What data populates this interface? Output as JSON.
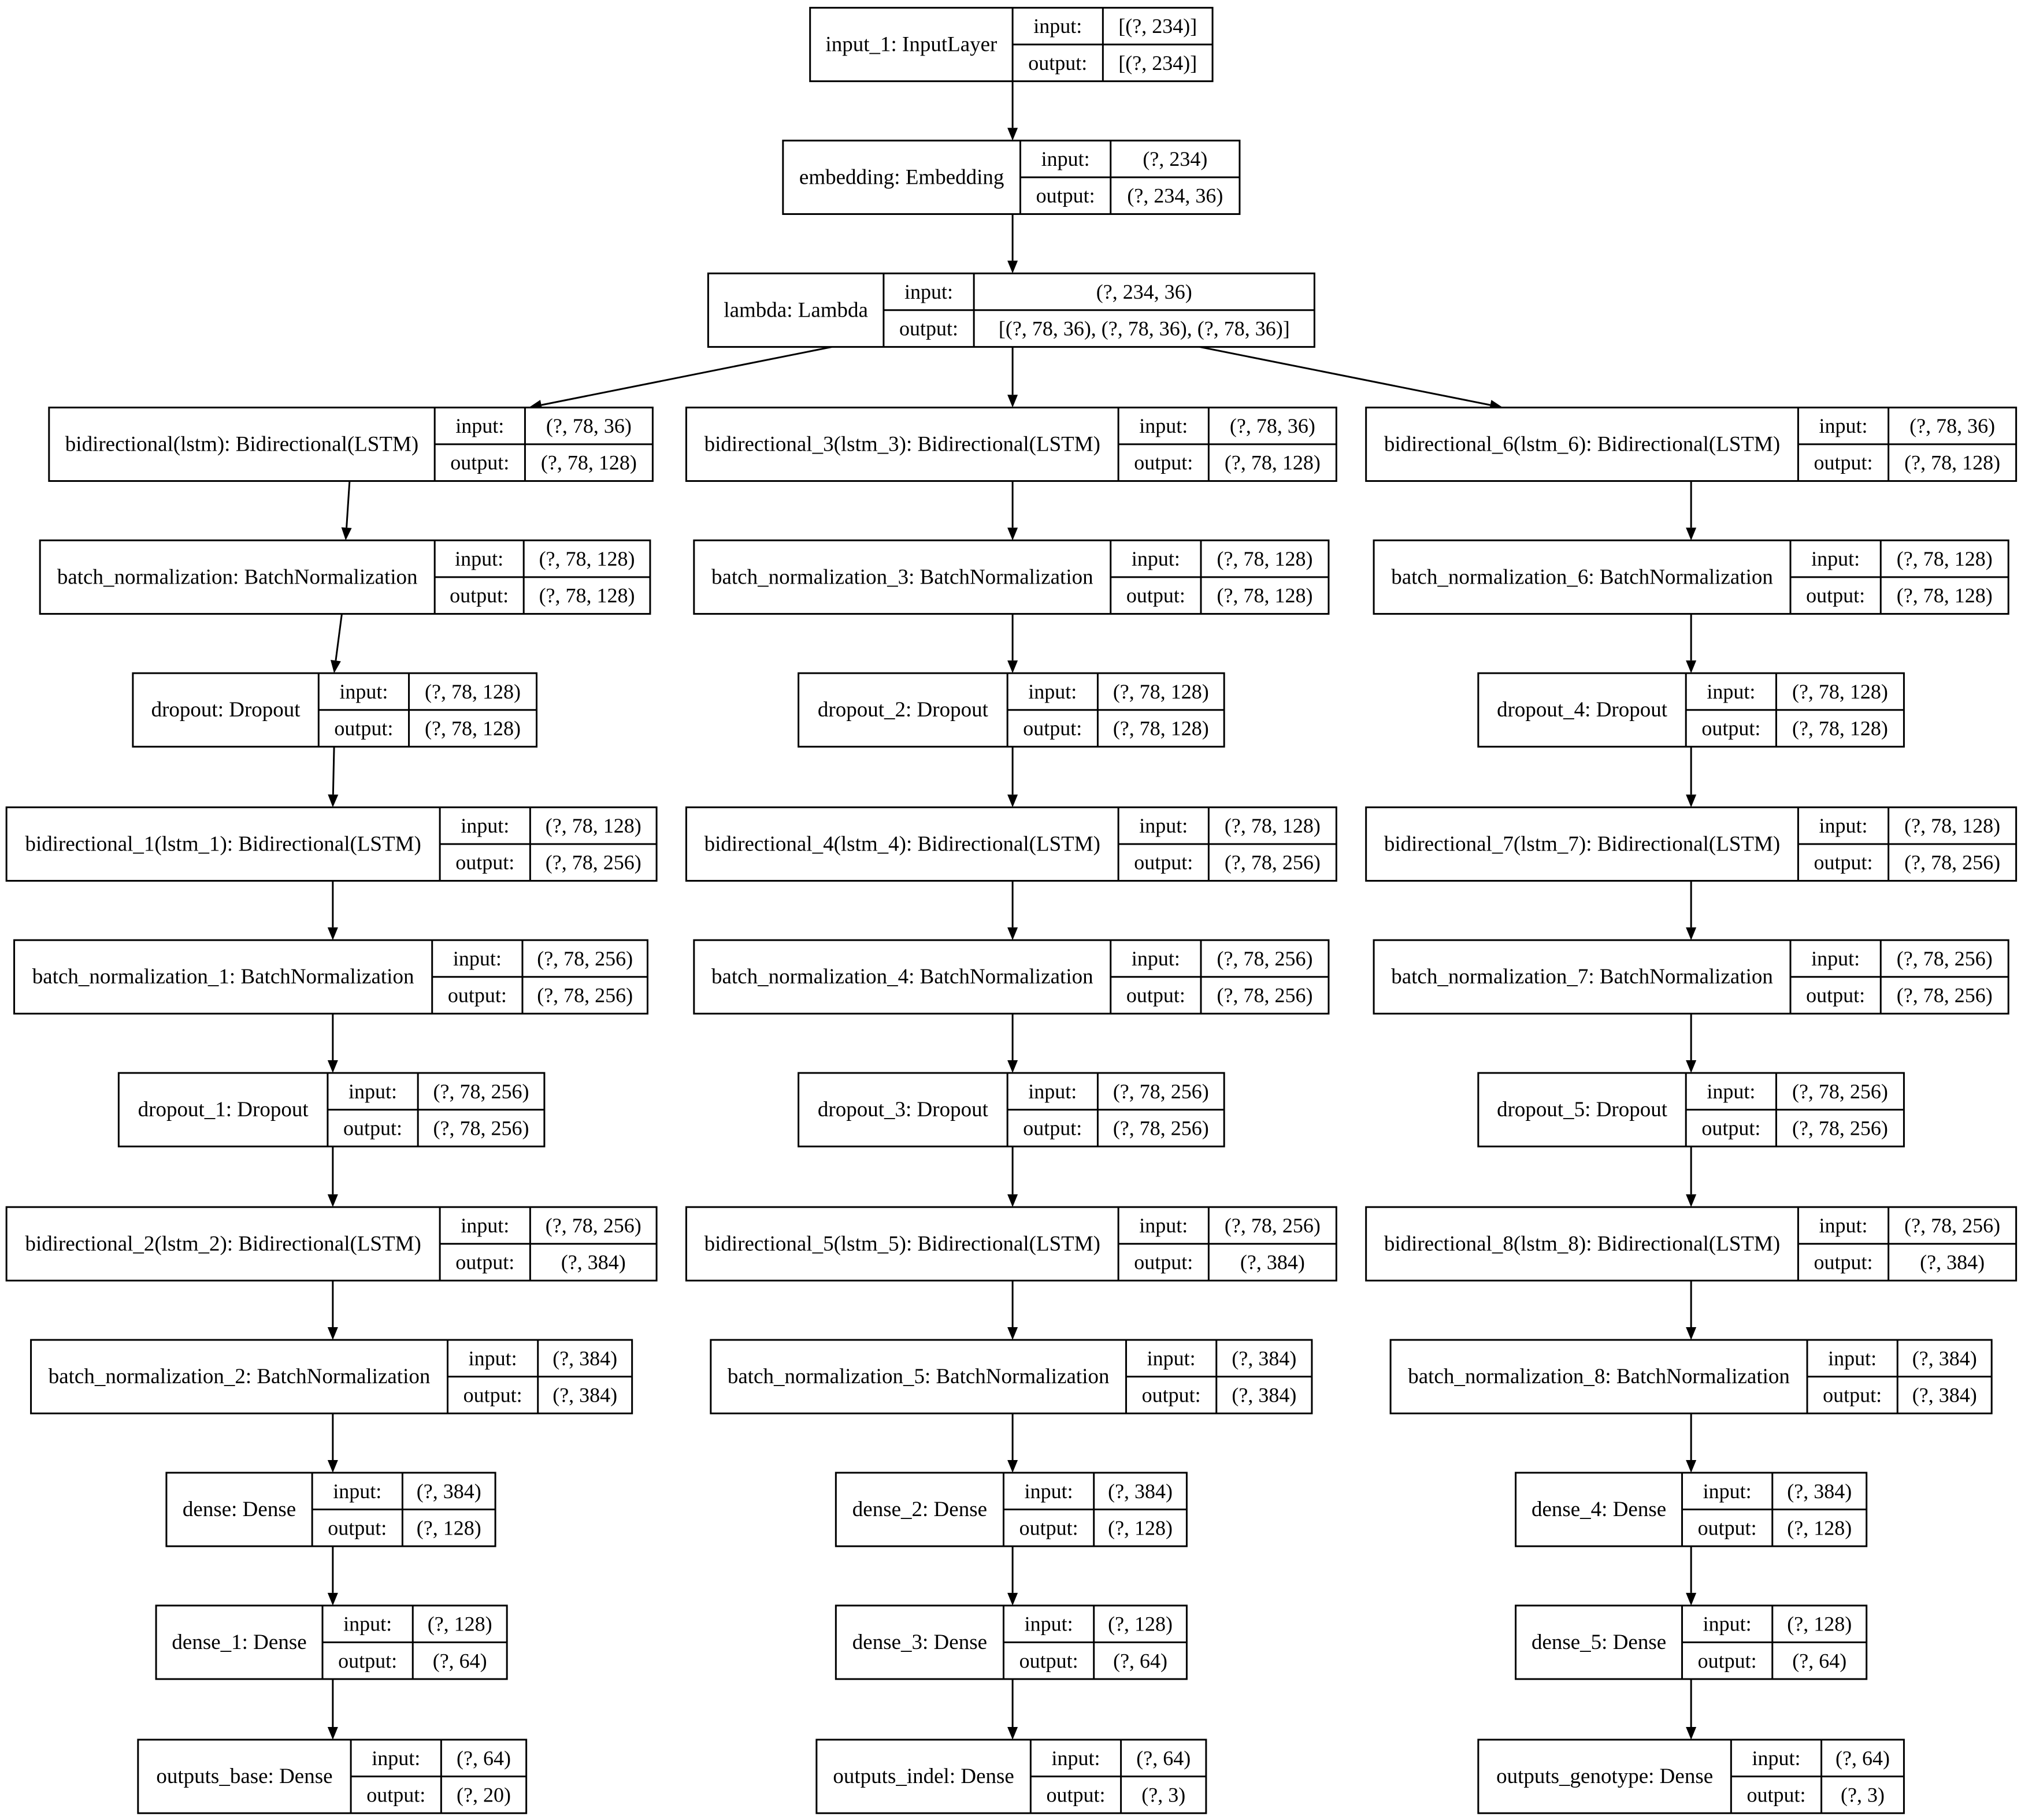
{
  "input_label": "input:",
  "output_label": "output:",
  "nodes": [
    {
      "id": "input_1",
      "name": "input_1: InputLayer",
      "input": "[(?, 234)]",
      "output": "[(?, 234)]"
    },
    {
      "id": "embedding",
      "name": "embedding: Embedding",
      "input": "(?, 234)",
      "output": "(?, 234, 36)"
    },
    {
      "id": "lambda",
      "name": "lambda: Lambda",
      "input": "(?, 234, 36)",
      "output": "[(?, 78, 36), (?, 78, 36), (?, 78, 36)]"
    },
    {
      "id": "bidirectional",
      "name": "bidirectional(lstm): Bidirectional(LSTM)",
      "input": "(?, 78, 36)",
      "output": "(?, 78, 128)"
    },
    {
      "id": "batch_normalization",
      "name": "batch_normalization: BatchNormalization",
      "input": "(?, 78, 128)",
      "output": "(?, 78, 128)"
    },
    {
      "id": "dropout",
      "name": "dropout: Dropout",
      "input": "(?, 78, 128)",
      "output": "(?, 78, 128)"
    },
    {
      "id": "bidirectional_1",
      "name": "bidirectional_1(lstm_1): Bidirectional(LSTM)",
      "input": "(?, 78, 128)",
      "output": "(?, 78, 256)"
    },
    {
      "id": "batch_normalization_1",
      "name": "batch_normalization_1: BatchNormalization",
      "input": "(?, 78, 256)",
      "output": "(?, 78, 256)"
    },
    {
      "id": "dropout_1",
      "name": "dropout_1: Dropout",
      "input": "(?, 78, 256)",
      "output": "(?, 78, 256)"
    },
    {
      "id": "bidirectional_2",
      "name": "bidirectional_2(lstm_2): Bidirectional(LSTM)",
      "input": "(?, 78, 256)",
      "output": "(?, 384)"
    },
    {
      "id": "batch_normalization_2",
      "name": "batch_normalization_2: BatchNormalization",
      "input": "(?, 384)",
      "output": "(?, 384)"
    },
    {
      "id": "dense",
      "name": "dense: Dense",
      "input": "(?, 384)",
      "output": "(?, 128)"
    },
    {
      "id": "dense_1",
      "name": "dense_1: Dense",
      "input": "(?, 128)",
      "output": "(?, 64)"
    },
    {
      "id": "outputs_base",
      "name": "outputs_base: Dense",
      "input": "(?, 64)",
      "output": "(?, 20)"
    },
    {
      "id": "bidirectional_3",
      "name": "bidirectional_3(lstm_3): Bidirectional(LSTM)",
      "input": "(?, 78, 36)",
      "output": "(?, 78, 128)"
    },
    {
      "id": "batch_normalization_3",
      "name": "batch_normalization_3: BatchNormalization",
      "input": "(?, 78, 128)",
      "output": "(?, 78, 128)"
    },
    {
      "id": "dropout_2",
      "name": "dropout_2: Dropout",
      "input": "(?, 78, 128)",
      "output": "(?, 78, 128)"
    },
    {
      "id": "bidirectional_4",
      "name": "bidirectional_4(lstm_4): Bidirectional(LSTM)",
      "input": "(?, 78, 128)",
      "output": "(?, 78, 256)"
    },
    {
      "id": "batch_normalization_4",
      "name": "batch_normalization_4: BatchNormalization",
      "input": "(?, 78, 256)",
      "output": "(?, 78, 256)"
    },
    {
      "id": "dropout_3",
      "name": "dropout_3: Dropout",
      "input": "(?, 78, 256)",
      "output": "(?, 78, 256)"
    },
    {
      "id": "bidirectional_5",
      "name": "bidirectional_5(lstm_5): Bidirectional(LSTM)",
      "input": "(?, 78, 256)",
      "output": "(?, 384)"
    },
    {
      "id": "batch_normalization_5",
      "name": "batch_normalization_5: BatchNormalization",
      "input": "(?, 384)",
      "output": "(?, 384)"
    },
    {
      "id": "dense_2",
      "name": "dense_2: Dense",
      "input": "(?, 384)",
      "output": "(?, 128)"
    },
    {
      "id": "dense_3",
      "name": "dense_3: Dense",
      "input": "(?, 128)",
      "output": "(?, 64)"
    },
    {
      "id": "outputs_indel",
      "name": "outputs_indel: Dense",
      "input": "(?, 64)",
      "output": "(?, 3)"
    },
    {
      "id": "bidirectional_6",
      "name": "bidirectional_6(lstm_6): Bidirectional(LSTM)",
      "input": "(?, 78, 36)",
      "output": "(?, 78, 128)"
    },
    {
      "id": "batch_normalization_6",
      "name": "batch_normalization_6: BatchNormalization",
      "input": "(?, 78, 128)",
      "output": "(?, 78, 128)"
    },
    {
      "id": "dropout_4",
      "name": "dropout_4: Dropout",
      "input": "(?, 78, 128)",
      "output": "(?, 78, 128)"
    },
    {
      "id": "bidirectional_7",
      "name": "bidirectional_7(lstm_7): Bidirectional(LSTM)",
      "input": "(?, 78, 128)",
      "output": "(?, 78, 256)"
    },
    {
      "id": "batch_normalization_7",
      "name": "batch_normalization_7: BatchNormalization",
      "input": "(?, 78, 256)",
      "output": "(?, 78, 256)"
    },
    {
      "id": "dropout_5",
      "name": "dropout_5: Dropout",
      "input": "(?, 78, 256)",
      "output": "(?, 78, 256)"
    },
    {
      "id": "bidirectional_8",
      "name": "bidirectional_8(lstm_8): Bidirectional(LSTM)",
      "input": "(?, 78, 256)",
      "output": "(?, 384)"
    },
    {
      "id": "batch_normalization_8",
      "name": "batch_normalization_8: BatchNormalization",
      "input": "(?, 384)",
      "output": "(?, 384)"
    },
    {
      "id": "dense_4",
      "name": "dense_4: Dense",
      "input": "(?, 384)",
      "output": "(?, 128)"
    },
    {
      "id": "dense_5",
      "name": "dense_5: Dense",
      "input": "(?, 128)",
      "output": "(?, 64)"
    },
    {
      "id": "outputs_genotype",
      "name": "outputs_genotype: Dense",
      "input": "(?, 64)",
      "output": "(?, 3)"
    }
  ],
  "edges": [
    [
      "input_1",
      "embedding"
    ],
    [
      "embedding",
      "lambda"
    ],
    [
      "lambda",
      "bidirectional"
    ],
    [
      "lambda",
      "bidirectional_3"
    ],
    [
      "lambda",
      "bidirectional_6"
    ],
    [
      "bidirectional",
      "batch_normalization"
    ],
    [
      "batch_normalization",
      "dropout"
    ],
    [
      "dropout",
      "bidirectional_1"
    ],
    [
      "bidirectional_1",
      "batch_normalization_1"
    ],
    [
      "batch_normalization_1",
      "dropout_1"
    ],
    [
      "dropout_1",
      "bidirectional_2"
    ],
    [
      "bidirectional_2",
      "batch_normalization_2"
    ],
    [
      "batch_normalization_2",
      "dense"
    ],
    [
      "dense",
      "dense_1"
    ],
    [
      "dense_1",
      "outputs_base"
    ],
    [
      "bidirectional_3",
      "batch_normalization_3"
    ],
    [
      "batch_normalization_3",
      "dropout_2"
    ],
    [
      "dropout_2",
      "bidirectional_4"
    ],
    [
      "bidirectional_4",
      "batch_normalization_4"
    ],
    [
      "batch_normalization_4",
      "dropout_3"
    ],
    [
      "dropout_3",
      "bidirectional_5"
    ],
    [
      "bidirectional_5",
      "batch_normalization_5"
    ],
    [
      "batch_normalization_5",
      "dense_2"
    ],
    [
      "dense_2",
      "dense_3"
    ],
    [
      "dense_3",
      "outputs_indel"
    ],
    [
      "bidirectional_6",
      "batch_normalization_6"
    ],
    [
      "batch_normalization_6",
      "dropout_4"
    ],
    [
      "dropout_4",
      "bidirectional_7"
    ],
    [
      "bidirectional_7",
      "batch_normalization_7"
    ],
    [
      "batch_normalization_7",
      "dropout_5"
    ],
    [
      "dropout_5",
      "bidirectional_8"
    ],
    [
      "bidirectional_8",
      "batch_normalization_8"
    ],
    [
      "batch_normalization_8",
      "dense_4"
    ],
    [
      "dense_4",
      "dense_5"
    ],
    [
      "dense_5",
      "outputs_genotype"
    ]
  ]
}
